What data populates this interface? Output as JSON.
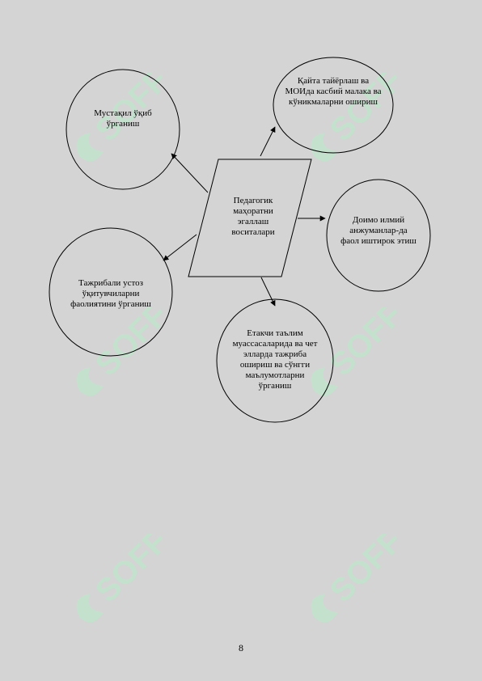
{
  "diagram": {
    "center": {
      "label": "Педагогик маҳоратни эгаллаш воситалари"
    },
    "nodes": [
      {
        "id": "self-study",
        "label": "Мустақил ўқиб ўрганиш"
      },
      {
        "id": "retraining",
        "label": "Қайта тайёрлаш ва МОИда касбий малака ва кўникмаларни ошириш"
      },
      {
        "id": "conferences",
        "label": "Доимо илмий анжуманлар-да фаол иштирок этиш"
      },
      {
        "id": "leading-institutions",
        "label": "Етакчи таълим муассасаларида ва чет элларда тажриба ошириш ва сўнгги маълумотларни ўрганиш"
      },
      {
        "id": "mentors",
        "label": "Тажрибали устоз ўқитувчиларни фаолиятини ўрганиш"
      }
    ]
  },
  "watermark": {
    "brand": "SOFF",
    "color": "#b8ecc8"
  },
  "footer": {
    "page_number": "8"
  }
}
